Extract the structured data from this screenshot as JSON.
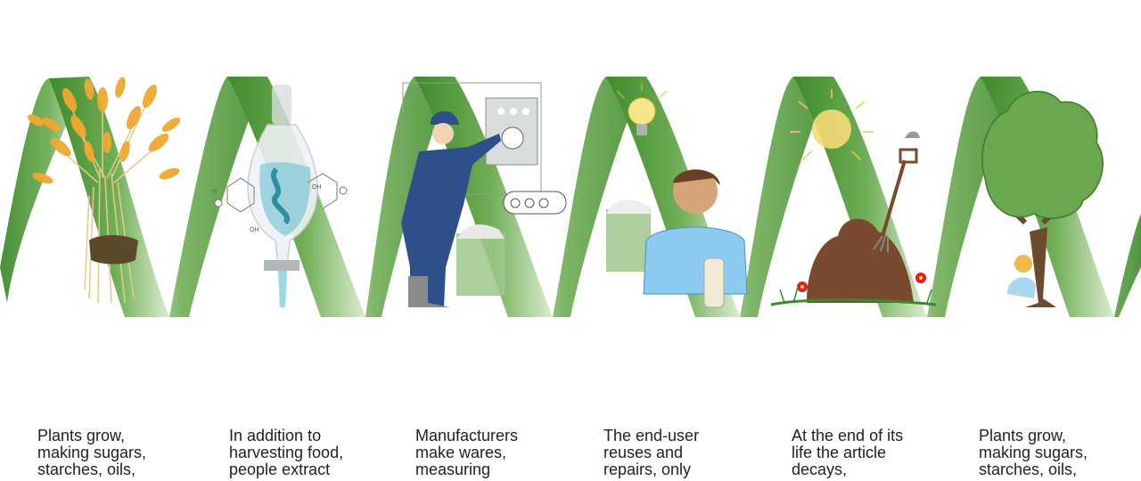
{
  "captions": [
    "Plants grow,\nmaking sugars,\nstarches, oils,",
    "In addition to\nharvesting food,\npeople extract",
    "Manufacturers\nmake wares,\nmeasuring",
    "The end-user\nreuses and\nrepairs, only",
    "At the end of its\nlife the article\ndecays,",
    "Plants grow,\nmaking sugars,\nstarches, oils,"
  ],
  "flask_labels": [
    "H",
    "OH",
    "OH"
  ],
  "colors": {
    "ribbon_dark": "#3f8a2c",
    "ribbon_light": "#dbeccf",
    "wheat": "#f0a830",
    "navy": "#2f4f8a",
    "shirt_blue": "#8ccaf0",
    "tree": "#6aa84f",
    "dirt": "#7a4a2e",
    "flower": "#e02020",
    "box_green": "#9dc78a"
  }
}
